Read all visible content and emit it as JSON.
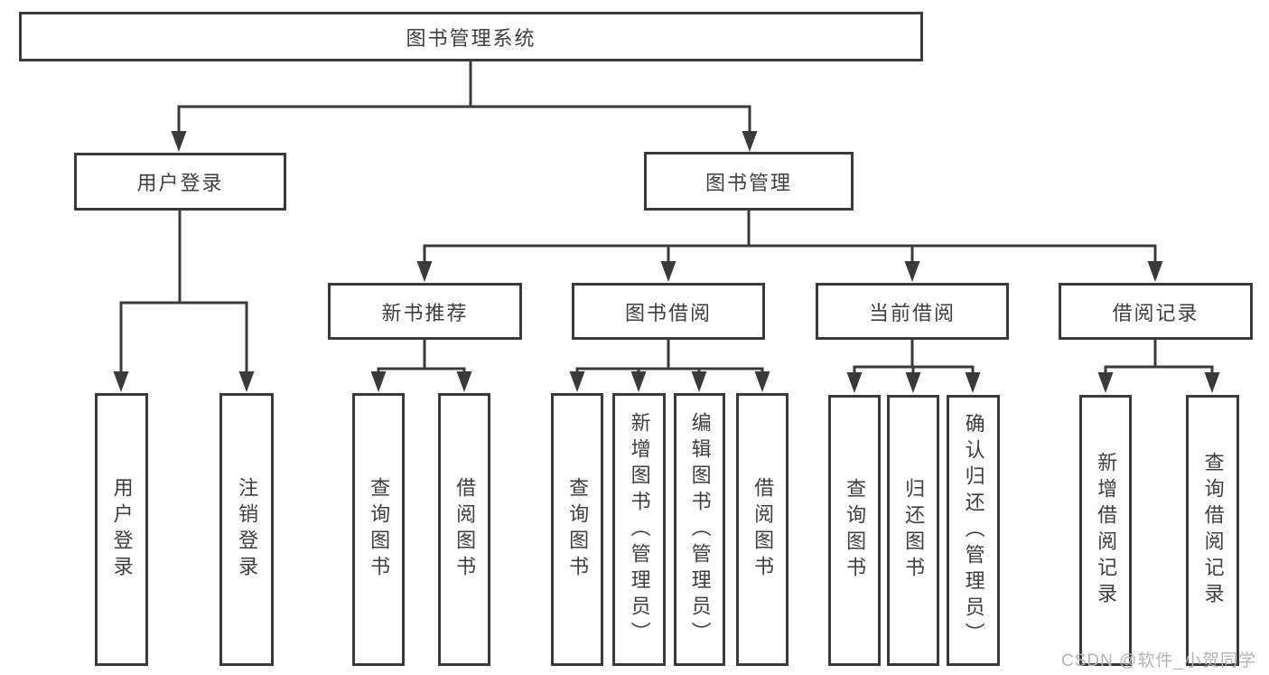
{
  "diagram": {
    "type": "tree",
    "title": "图书管理系统",
    "watermark": "CSDN @软件_小贺同学",
    "colors": {
      "line": "#3a3a3a",
      "box_border": "#3a3a3a",
      "text": "#3e3e3e",
      "background": "#ffffff",
      "watermark": "#b3b3b3"
    }
  },
  "hierarchy": {
    "label": "图书管理系统",
    "children": [
      {
        "label": "用户登录",
        "children": [
          {
            "label": "用户登录"
          },
          {
            "label": "注销登录"
          }
        ]
      },
      {
        "label": "图书管理",
        "children": [
          {
            "label": "新书推荐",
            "children": [
              {
                "label": "查询图书"
              },
              {
                "label": "借阅图书"
              }
            ]
          },
          {
            "label": "图书借阅",
            "children": [
              {
                "label": "查询图书"
              },
              {
                "label": "新增图书（管理员）"
              },
              {
                "label": "编辑图书（管理员）"
              },
              {
                "label": "借阅图书"
              }
            ]
          },
          {
            "label": "当前借阅",
            "children": [
              {
                "label": "查询图书"
              },
              {
                "label": "归还图书"
              },
              {
                "label": "确认归还（管理员）"
              }
            ]
          },
          {
            "label": "借阅记录",
            "children": [
              {
                "label": "新增借阅记录"
              },
              {
                "label": "查询借阅记录"
              }
            ]
          }
        ]
      }
    ]
  }
}
